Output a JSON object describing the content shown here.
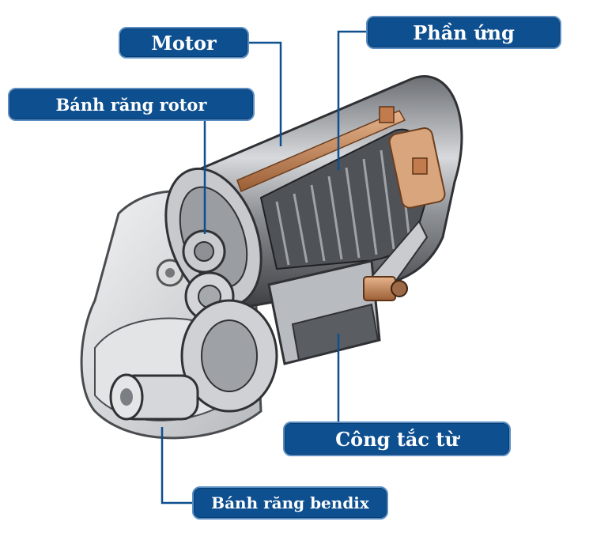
{
  "labels": {
    "motor": "Motor",
    "armature": "Phần ứng",
    "rotor_gear": "Bánh răng rotor",
    "solenoid": "Công tắc từ",
    "bendix_gear": "Bánh răng bendix"
  },
  "colors": {
    "label_bg": "#0d4f8f",
    "label_border": "#5b8fc4",
    "leader_line": "#0d4f8f",
    "copper": "#c98a5a",
    "metal": "#b9bcc0"
  }
}
